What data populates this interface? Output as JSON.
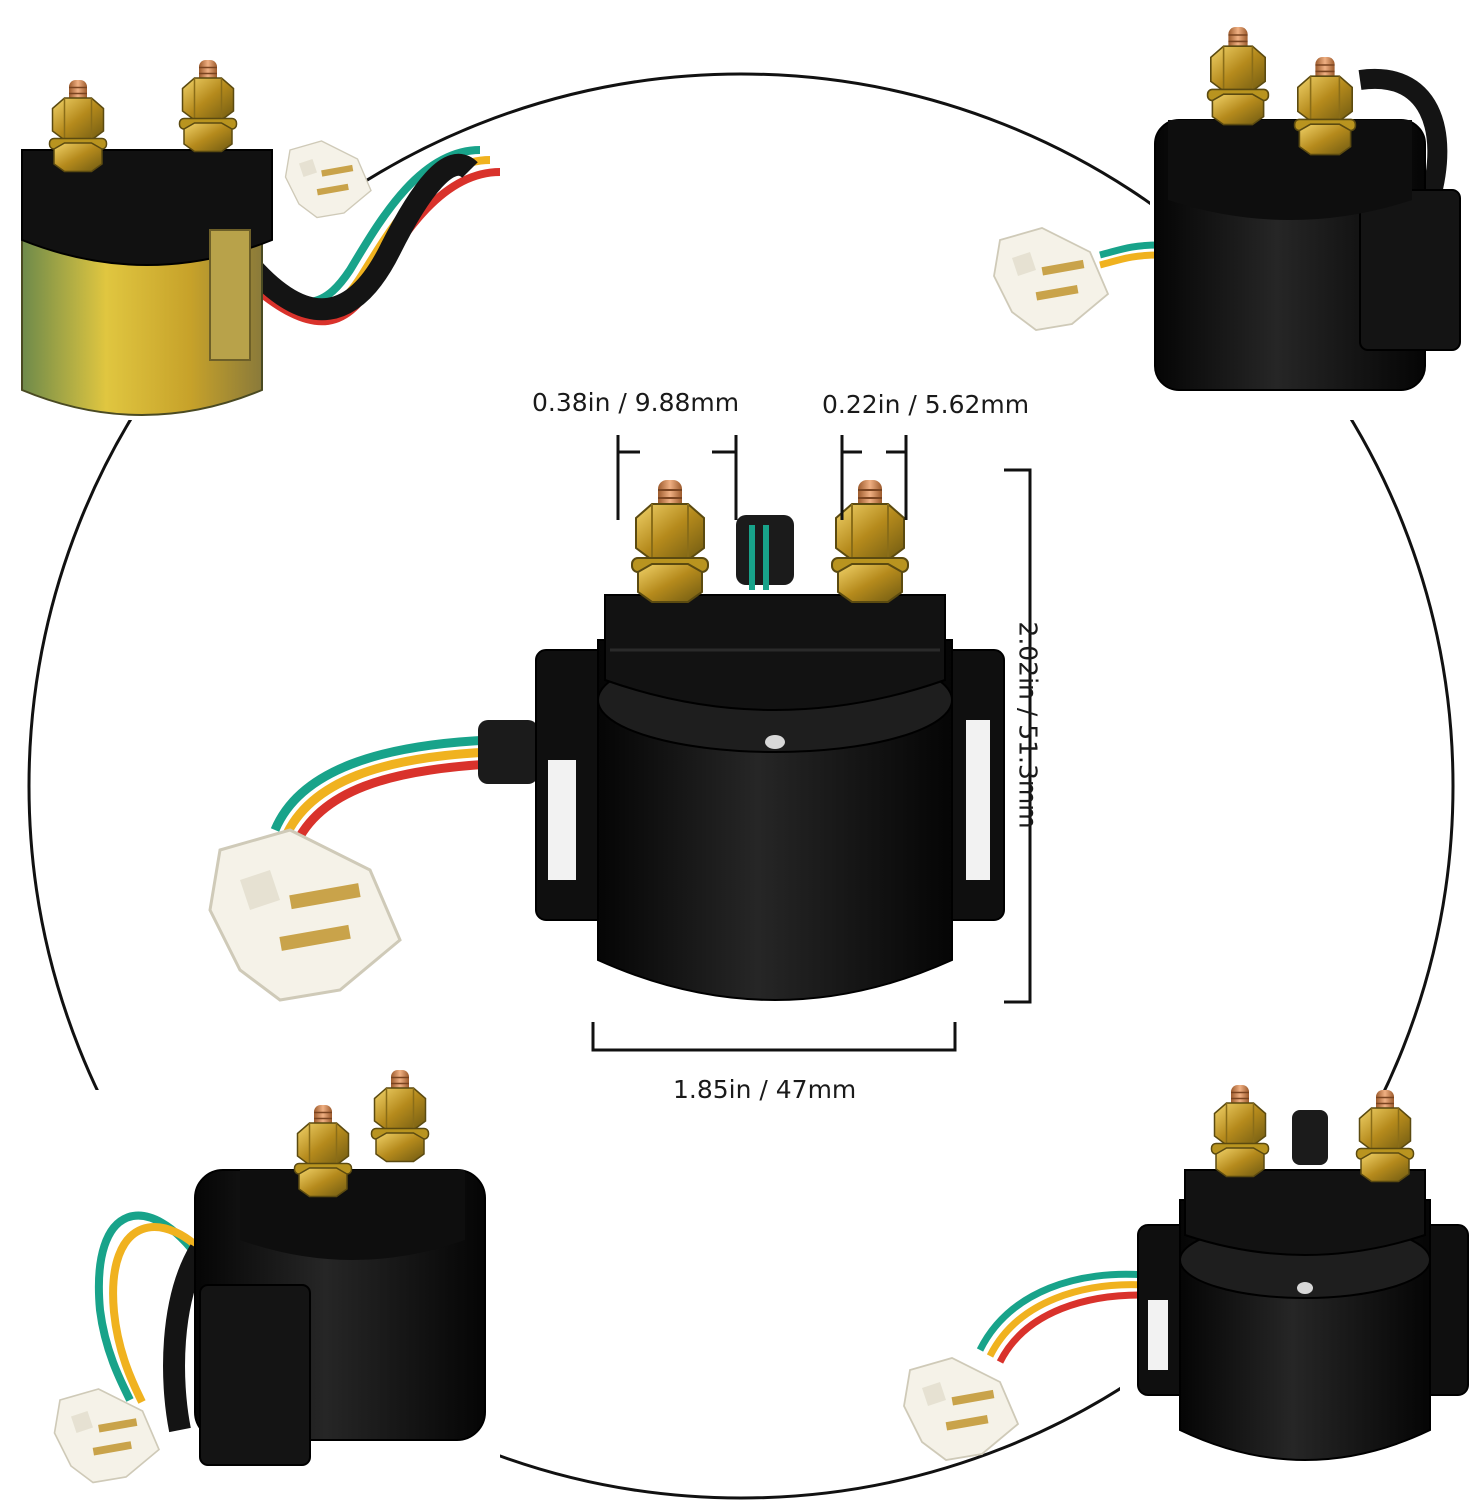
{
  "dimensions": {
    "terminal_left": "0.38in / 9.88mm",
    "terminal_right": "0.22in / 5.62mm",
    "height": "2.02in / 51.3mm",
    "width": "1.85in / 47mm"
  },
  "colors": {
    "background": "#ffffff",
    "body": "#141414",
    "brass": "#c9a227",
    "copper": "#d58a52",
    "wire_green": "#18a38a",
    "wire_yellow": "#f0b21f",
    "wire_red": "#d9322b",
    "connector": "#f3f0e6"
  }
}
